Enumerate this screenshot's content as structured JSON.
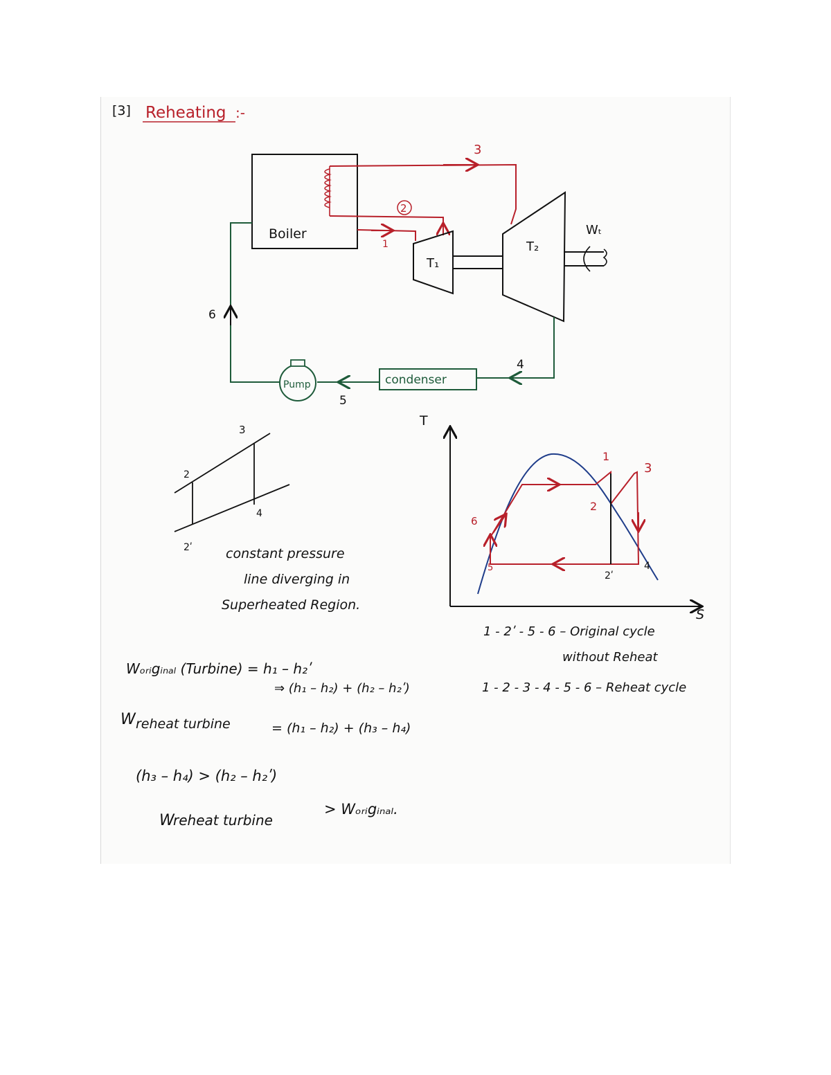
{
  "heading": {
    "number": "[3]",
    "title": "Reheating",
    "suffix": ":-"
  },
  "schematic": {
    "boiler_label": "Boiler",
    "turbine1_label": "T₁",
    "turbine2_label": "T₂",
    "work_label": "Wₜ",
    "condenser_label": "condenser",
    "pump_label": "Pump",
    "state_labels": {
      "s1": "1",
      "s2": "2",
      "s3": "3",
      "s4": "4",
      "s5": "5",
      "s6": "6"
    }
  },
  "pressure_sketch": {
    "labels": {
      "p2": "2",
      "p3": "3",
      "p4": "4",
      "p2prime": "2ʹ"
    },
    "note_line1": "constant pressure",
    "note_line2": "line diverging   in",
    "note_line3": "Superheated Region."
  },
  "ts_diagram": {
    "axis_y": "T",
    "axis_x": "S",
    "labels": {
      "p1": "1",
      "p2": "2",
      "p3": "3",
      "p4": "4",
      "p5": "5",
      "p6": "6",
      "p2prime": "2ʹ"
    }
  },
  "legend": {
    "original_line1": "1 - 2ʹ - 5 - 6  –  Original cycle",
    "original_line2": "without Reheat",
    "reheat": "1 - 2 - 3 - 4 - 5 - 6  –  Reheat cycle"
  },
  "equations": {
    "w_original": "Wₒᵣᵢgᵢₙₐₗ (Turbine) = h₁ – h₂ʹ",
    "w_original_expanded": "⇒ (h₁ – h₂) + (h₂ – h₂ʹ)",
    "w_reheat_label": "W",
    "w_reheat_sub": "reheat turbine",
    "w_reheat_rhs": "=   (h₁ – h₂) + (h₃ – h₄)",
    "inequality": "(h₃ – h₄)  >  (h₂ – h₂ʹ)",
    "conclusion_lhs": "W",
    "conclusion_sub": "reheat turbine",
    "conclusion_rhs": ">  Wₒᵣᵢgᵢₙₐₗ."
  },
  "colors": {
    "ink": "#111111",
    "red": "#b8202a",
    "green": "#1e5b3a",
    "blue": "#1f3d8a"
  }
}
